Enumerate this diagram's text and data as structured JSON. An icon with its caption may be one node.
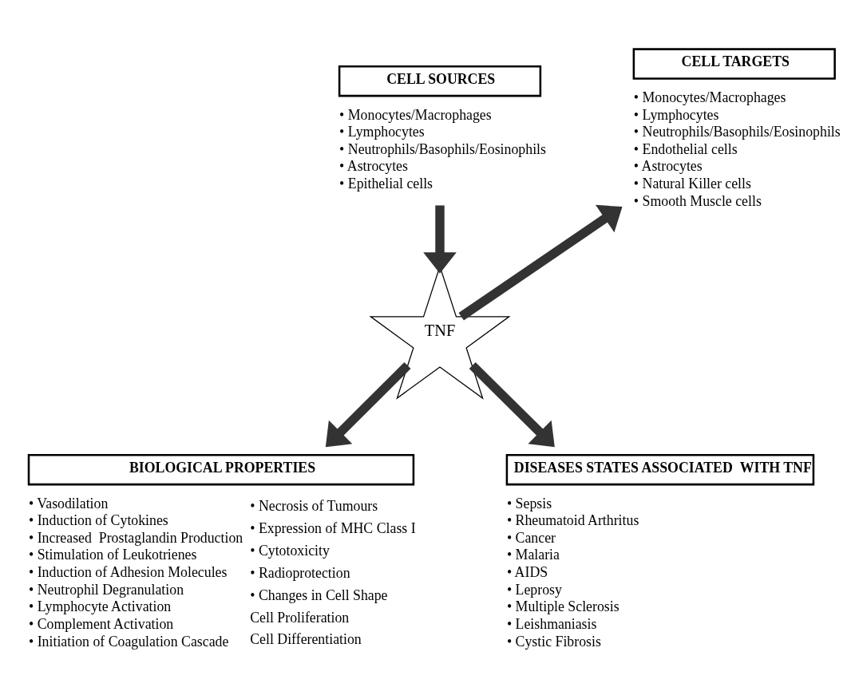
{
  "diagram": {
    "nodes": [
      {
        "text": [
          "CELL SOURCES"
        ],
        "beside": [
          "• Monocytes/Macrophages",
          "• Lymphocytes",
          "• Neutrophils/Basophils/Eosinophils",
          "• Astrocytes",
          "• Epithelial cells"
        ]
      },
      {
        "text": [
          "CELL TARGETS"
        ],
        "beside": [
          "• Monocytes/Macrophages",
          "• Lymphocytes",
          "• Neutrophils/Basophils/Eosinophils",
          "• Endothelial cells",
          "• Astrocytes",
          "• Natural Killer cells",
          "• Smooth Muscle cells"
        ]
      },
      {
        "text": [
          "TNF"
        ]
      },
      {
        "text": [
          "BIOLOGICAL PROPERTIES"
        ],
        "beside": [
          "• Vasodilation",
          "• Induction of Cytokines",
          "• Increased  Prostaglandin Production",
          "• Stimulation of Leukotrienes",
          "• Induction of Adhesion Molecules",
          "• Neutrophil Degranulation",
          "• Lymphocyte Activation",
          "• Complement Activation",
          "• Initiation of Coagulation Cascade",
          "• Necrosis of Tumours",
          "• Expression of MHC Class I",
          "• Cytotoxicity",
          "• Radioprotection",
          "• Changes in Cell Shape",
          "Cell Proliferation",
          "Cell Differentiation"
        ]
      },
      {
        "text": [
          "DISEASES STATES ASSOCIATED  WITH TNF"
        ],
        "beside": [
          "• Sepsis",
          "• Rheumatoid Arthritus",
          "• Cancer",
          "• Malaria",
          "• AIDS",
          "• Leprosy",
          "• Multiple Sclerosis",
          "• Leishmaniasis",
          "• Cystic Fibrosis"
        ]
      }
    ],
    "edges": [
      {
        "from": 0,
        "to": 2,
        "arrow": "to"
      },
      {
        "from": 2,
        "to": 1,
        "arrow": "to"
      },
      {
        "from": 2,
        "to": 3,
        "arrow": "to"
      },
      {
        "from": 2,
        "to": 4,
        "arrow": "to"
      }
    ]
  }
}
